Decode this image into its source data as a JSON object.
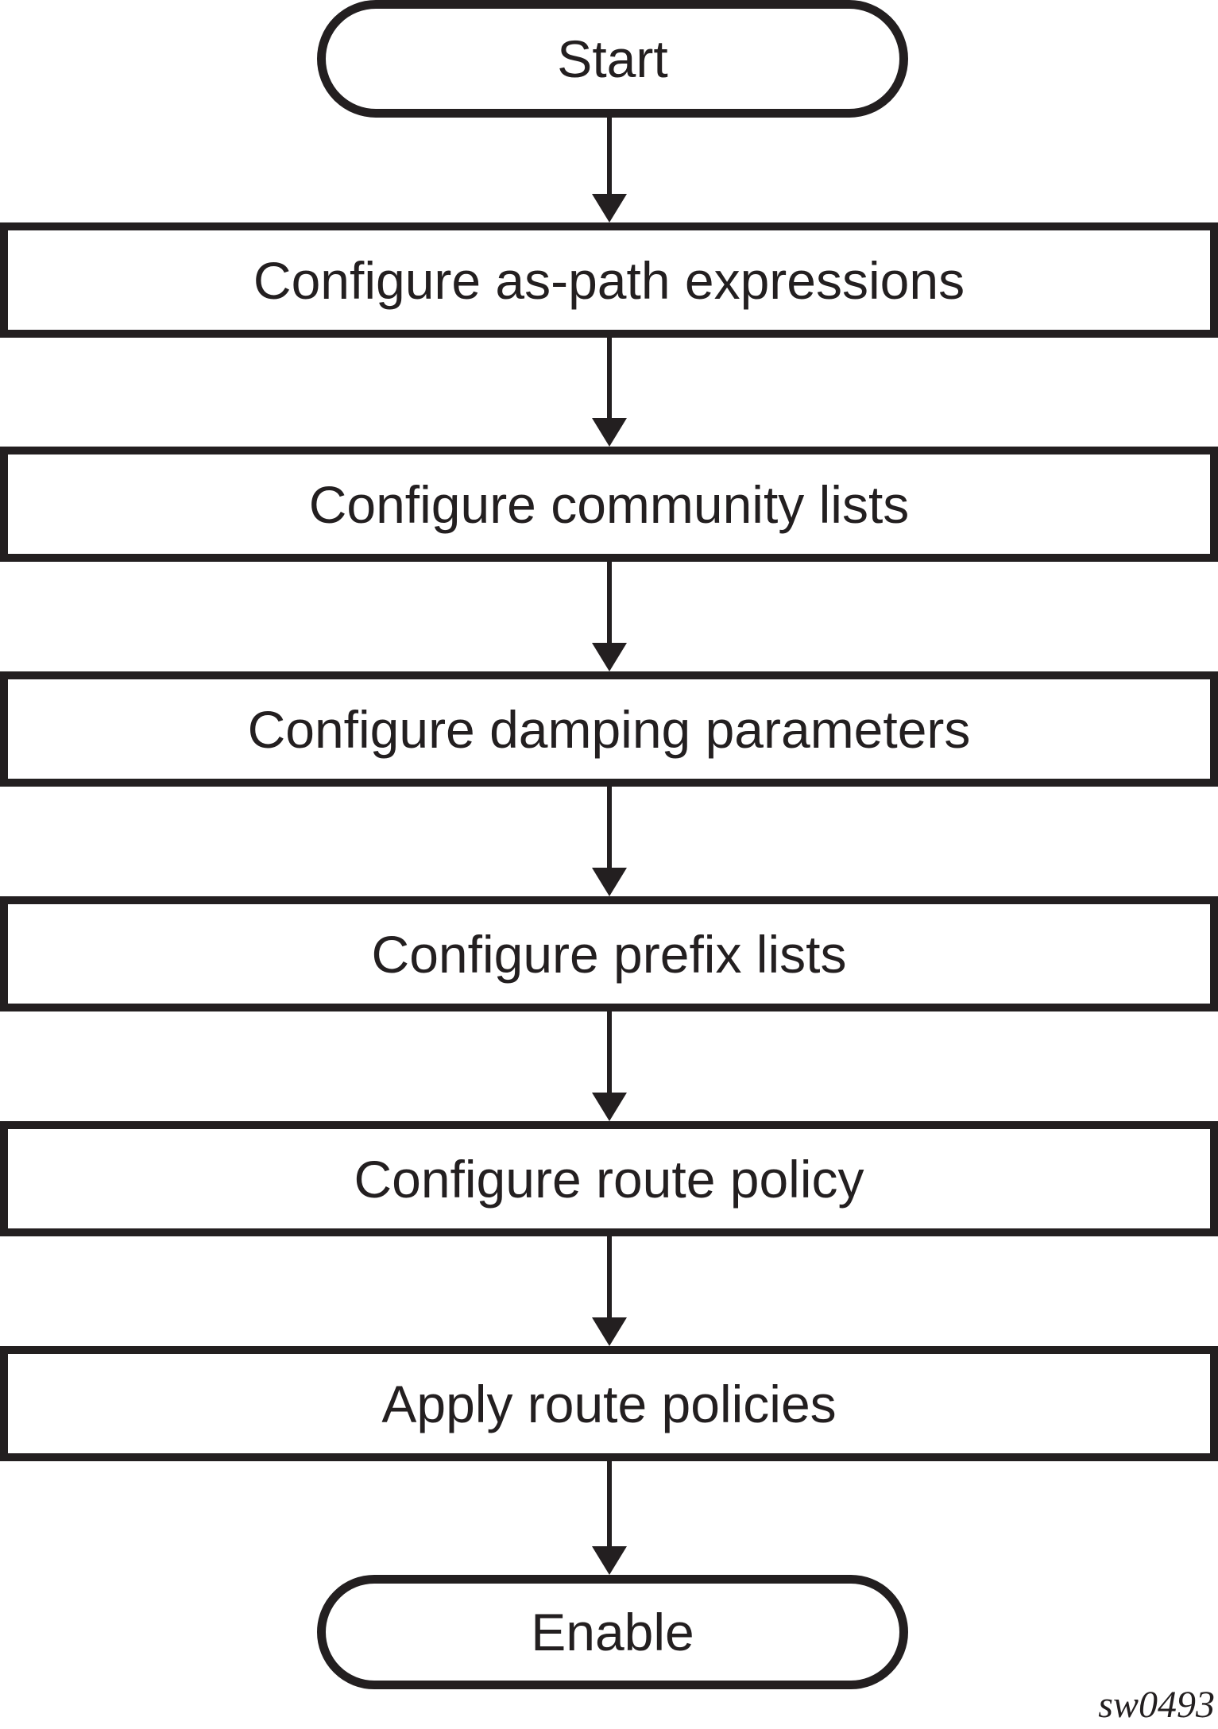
{
  "diagram": {
    "type": "flowchart",
    "direction": "top-down",
    "nodes": [
      {
        "id": "start",
        "shape": "terminator",
        "label": "Start"
      },
      {
        "id": "as-path",
        "shape": "process",
        "label": "Configure as-path expressions"
      },
      {
        "id": "community-lists",
        "shape": "process",
        "label": "Configure community lists"
      },
      {
        "id": "damping-parameters",
        "shape": "process",
        "label": "Configure damping parameters"
      },
      {
        "id": "prefix-lists",
        "shape": "process",
        "label": "Configure prefix lists"
      },
      {
        "id": "route-policy",
        "shape": "process",
        "label": "Configure route policy"
      },
      {
        "id": "apply-route-policies",
        "shape": "process",
        "label": "Apply route policies"
      },
      {
        "id": "enable",
        "shape": "terminator",
        "label": "Enable"
      }
    ],
    "edges": [
      {
        "from": "start",
        "to": "as-path"
      },
      {
        "from": "as-path",
        "to": "community-lists"
      },
      {
        "from": "community-lists",
        "to": "damping-parameters"
      },
      {
        "from": "damping-parameters",
        "to": "prefix-lists"
      },
      {
        "from": "prefix-lists",
        "to": "route-policy"
      },
      {
        "from": "route-policy",
        "to": "apply-route-policies"
      },
      {
        "from": "apply-route-policies",
        "to": "enable"
      }
    ],
    "watermark": "sw0493",
    "colors": {
      "ink": "#231f20",
      "background": "#ffffff"
    }
  }
}
